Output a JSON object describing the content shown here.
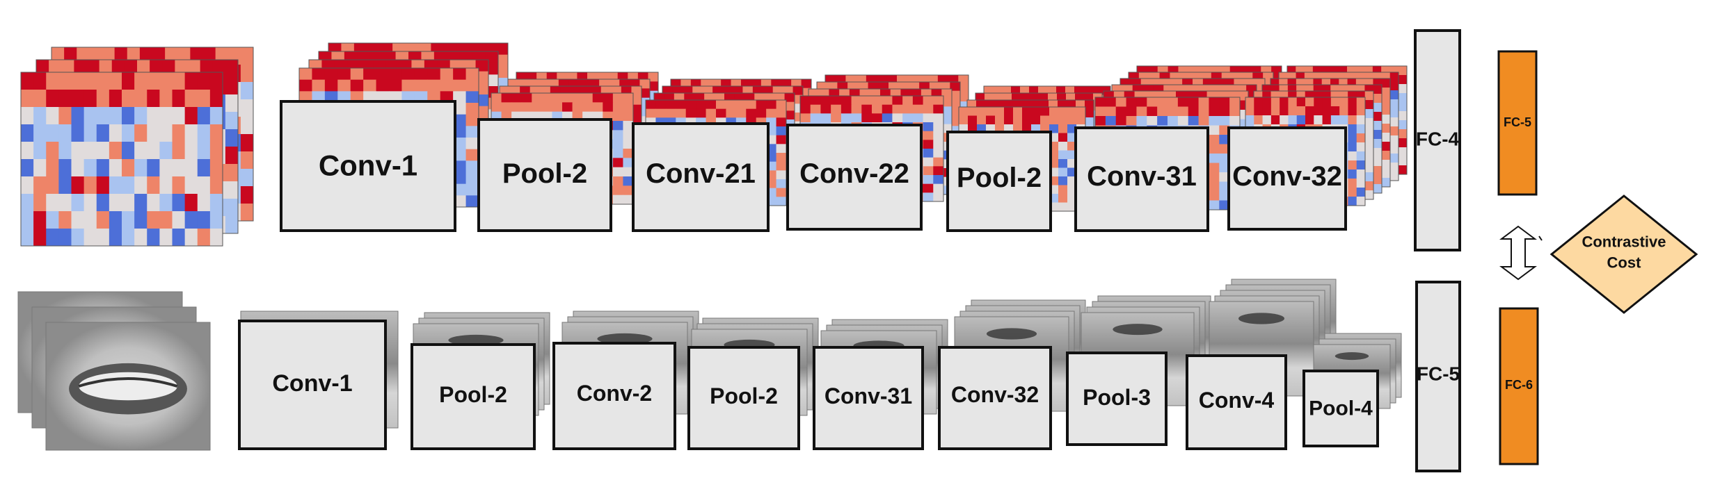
{
  "colors": {
    "block_fill": "#e6e6e6",
    "block_stroke": "#111111",
    "fc_fill": "#e6e6e6",
    "fc_orange": "#f08c22",
    "diamond_fill": "#fdd9a1",
    "heat_hot": "#c9081f",
    "heat_warm": "#ee8468",
    "heat_neutral": "#e1dcdc",
    "heat_cool": "#a9c3f0",
    "heat_cold": "#4d6fd8",
    "gray_light": "#c8c8c8",
    "gray_dark": "#2e2e2e"
  },
  "audio_stream": {
    "input_icon": "audio-feature-heatmap",
    "layers": [
      {
        "label": "Conv-1"
      },
      {
        "label": "Pool-2"
      },
      {
        "label": "Conv-21"
      },
      {
        "label": "Conv-22"
      },
      {
        "label": "Pool-2"
      },
      {
        "label": "Conv-31"
      },
      {
        "label": "Conv-32"
      }
    ],
    "fc": {
      "label": "FC-4"
    },
    "fc_out": {
      "label": "FC-5"
    }
  },
  "visual_stream": {
    "input_icon": "mouth-image-frames",
    "layers": [
      {
        "label": "Conv-1"
      },
      {
        "label": "Pool-2"
      },
      {
        "label": "Conv-2"
      },
      {
        "label": "Pool-2"
      },
      {
        "label": "Conv-31"
      },
      {
        "label": "Conv-32"
      },
      {
        "label": "Pool-3"
      },
      {
        "label": "Conv-4"
      },
      {
        "label": "Pool-4"
      }
    ],
    "fc": {
      "label": "FC-5"
    },
    "fc_out": {
      "label": "FC-6"
    }
  },
  "cost": {
    "line1": "Contrastive",
    "line2": "Cost"
  },
  "connector_icon": "double-arrow-icon"
}
